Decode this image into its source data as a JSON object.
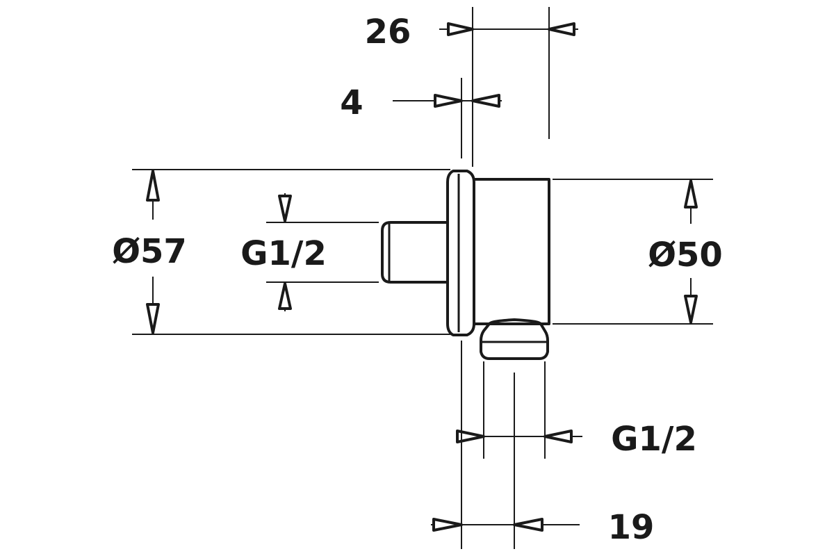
{
  "dimensions": {
    "width_26": "26",
    "width_4": "4",
    "dia_57": "Ø57",
    "thread_back": "G1/2",
    "dia_50": "Ø50",
    "thread_outlet": "G1/2",
    "offset_19": "19"
  }
}
